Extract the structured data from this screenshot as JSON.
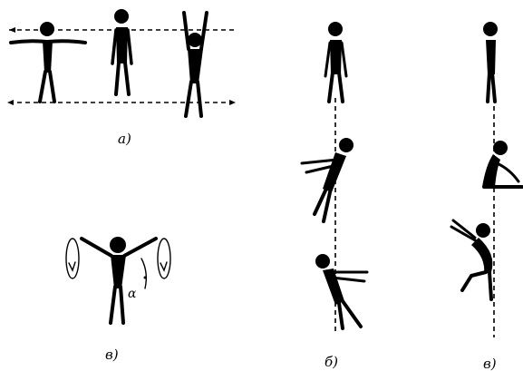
{
  "labels": {
    "a": "а)",
    "b": "б)",
    "v_small": "в)",
    "v_right": "в)"
  },
  "annotations": {
    "angle": "α"
  }
}
